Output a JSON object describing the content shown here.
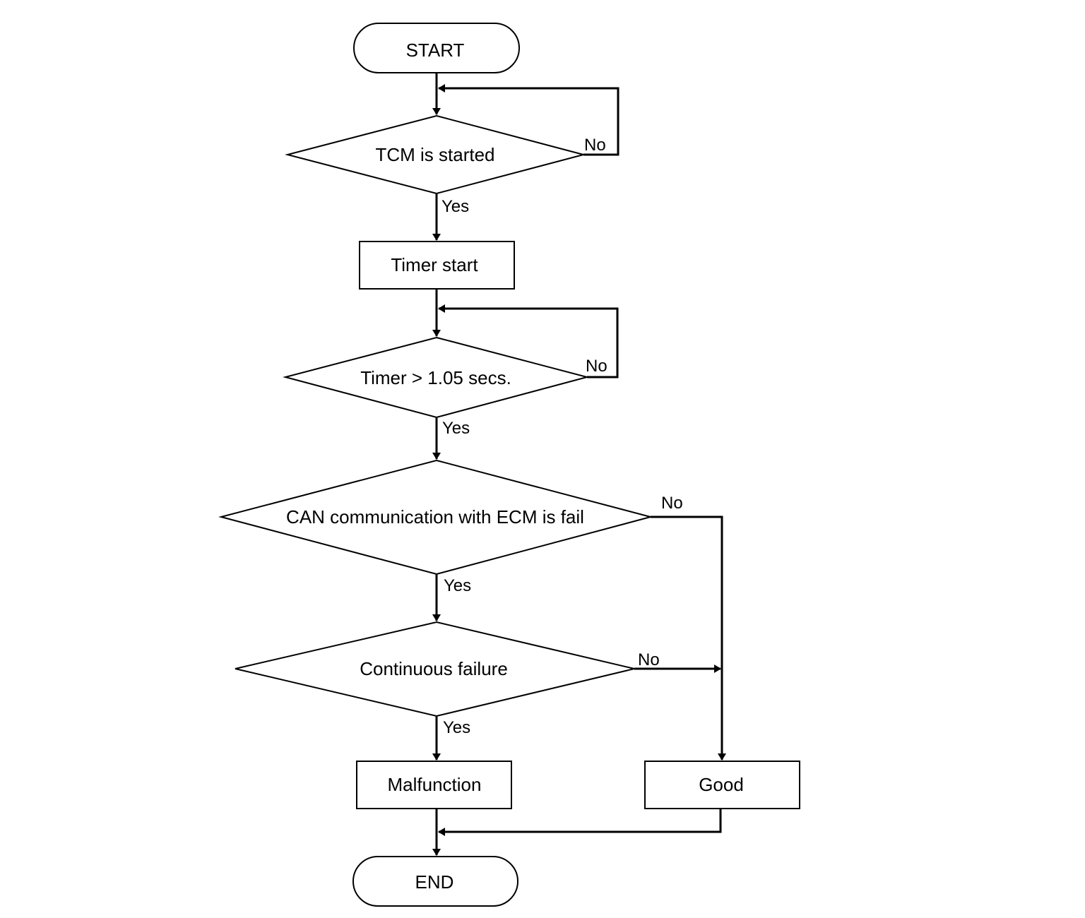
{
  "flowchart": {
    "start": "START",
    "end": "END",
    "decisions": {
      "tcm_started": "TCM is started",
      "timer_check": "Timer > 1.05 secs.",
      "can_fail": "CAN communication with ECM is fail",
      "continuous_failure": "Continuous failure"
    },
    "processes": {
      "timer_start": "Timer start",
      "malfunction": "Malfunction",
      "good": "Good"
    },
    "edge_labels": {
      "yes": "Yes",
      "no": "No"
    }
  }
}
